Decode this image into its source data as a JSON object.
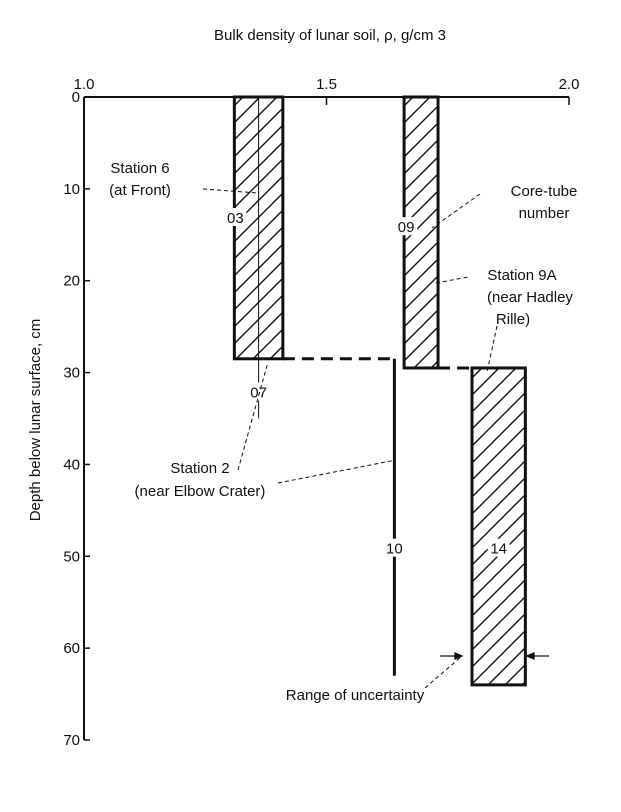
{
  "chart_data": {
    "type": "bar",
    "title": "Bulk density of lunar soil, ρ, g/cm 3",
    "xlabel": "Bulk density of lunar soil, ρ, g/cm 3",
    "ylabel": "Depth below lunar surface, cm",
    "xlim": [
      1.0,
      2.0
    ],
    "ylim": [
      0,
      70
    ],
    "xticks": [
      "1.0",
      "1.5",
      "2.0"
    ],
    "yticks": [
      "0",
      "10",
      "20",
      "30",
      "40",
      "50",
      "60",
      "70"
    ],
    "cores": [
      {
        "name": "03",
        "rho_min": 1.31,
        "rho_max": 1.41,
        "depth_top": 0,
        "depth_bottom": 28.5,
        "style": "hatched"
      },
      {
        "name": "07",
        "rho": 1.36,
        "depth_top": 0,
        "depth_bottom": 35,
        "style": "line"
      },
      {
        "name": "10",
        "rho": 1.64,
        "depth_top": 28.5,
        "depth_bottom": 63,
        "style": "line"
      },
      {
        "name": "09",
        "rho_min": 1.66,
        "rho_max": 1.73,
        "depth_top": 0,
        "depth_bottom": 29.5,
        "style": "hatched"
      },
      {
        "name": "14",
        "rho_min": 1.8,
        "rho_max": 1.91,
        "depth_top": 29.5,
        "depth_bottom": 64,
        "style": "hatched"
      }
    ],
    "annotations": {
      "station6": [
        "Station 6",
        "(at Front)"
      ],
      "core_tube": [
        "Core-tube",
        "number"
      ],
      "station9a": [
        "Station 9A",
        "(near Hadley",
        "Rille)"
      ],
      "station2": [
        "Station 2",
        "(near Elbow Crater)"
      ],
      "uncertainty": "Range of uncertainty"
    }
  }
}
